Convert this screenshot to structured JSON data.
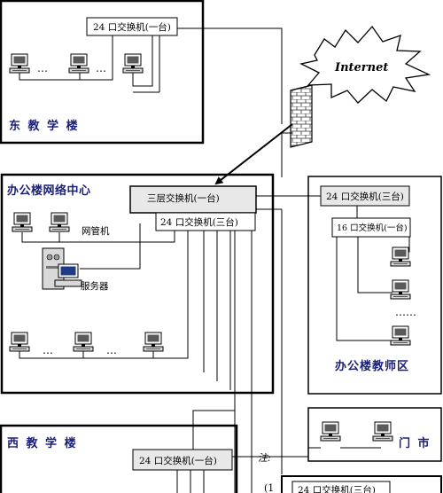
{
  "internet_label": "Internet",
  "regions": {
    "east": "东 教 学 楼",
    "office_center": "办公楼网络中心",
    "office_teacher": "办公楼教师区",
    "west": "西 教 学 楼",
    "gate": "门 市"
  },
  "switches": {
    "east_24": "24 口交换机(一台)",
    "core_l3": "三层交换机(一台)",
    "center_24": "24 口交换机(三台)",
    "teacher_24": "24 口交换机(三台)",
    "teacher_16": "16 口交换机(一台)",
    "west_24": "24 口交换机(一台)",
    "bottom_24": "24 口交换机(三台)"
  },
  "labels": {
    "netadmin": "网管机",
    "server": "服务器",
    "note": "注:",
    "paren": "(1"
  },
  "ellipsis": "…",
  "vdots": "……"
}
